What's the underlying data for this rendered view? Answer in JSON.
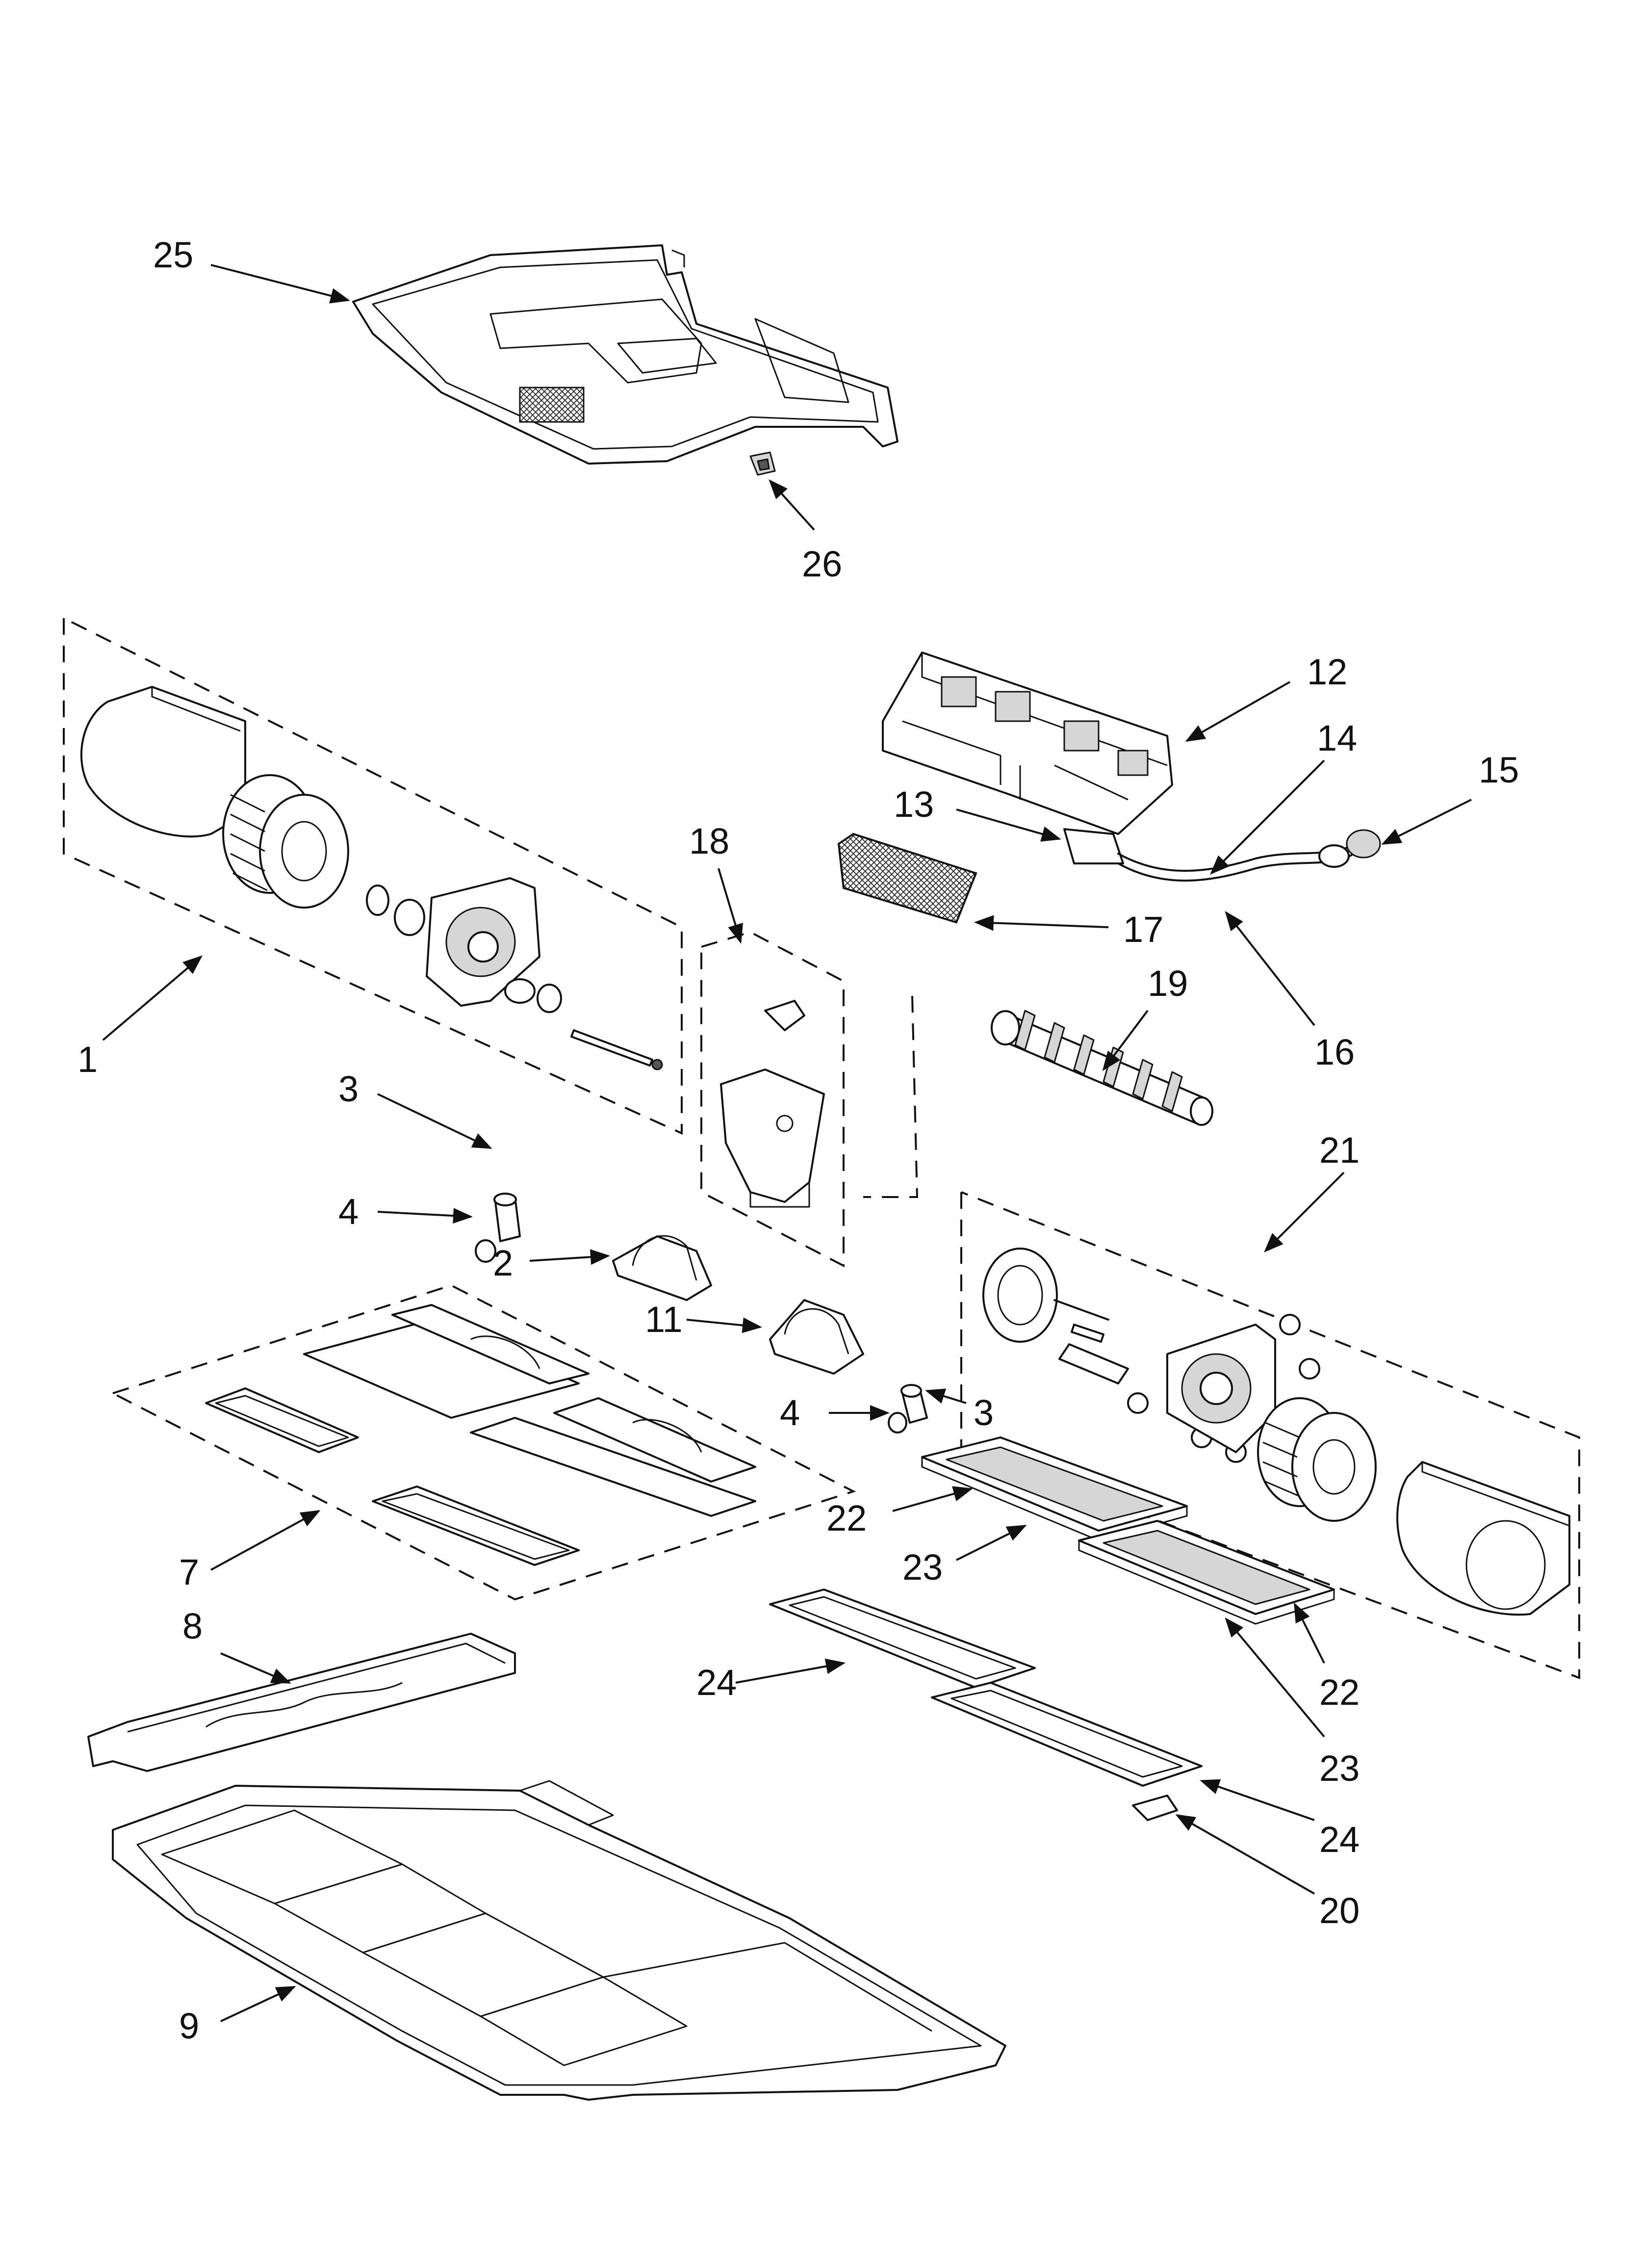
{
  "callouts": [
    {
      "id": "c25",
      "label": "25"
    },
    {
      "id": "c26",
      "label": "26"
    },
    {
      "id": "c1",
      "label": "1"
    },
    {
      "id": "c18",
      "label": "18"
    },
    {
      "id": "c12",
      "label": "12"
    },
    {
      "id": "c14",
      "label": "14"
    },
    {
      "id": "c15",
      "label": "15"
    },
    {
      "id": "c13",
      "label": "13"
    },
    {
      "id": "c17",
      "label": "17"
    },
    {
      "id": "c19",
      "label": "19"
    },
    {
      "id": "c16",
      "label": "16"
    },
    {
      "id": "c3a",
      "label": "3"
    },
    {
      "id": "c4a",
      "label": "4"
    },
    {
      "id": "c2",
      "label": "2"
    },
    {
      "id": "c21",
      "label": "21"
    },
    {
      "id": "c11",
      "label": "11"
    },
    {
      "id": "c4b",
      "label": "4"
    },
    {
      "id": "c3b",
      "label": "3"
    },
    {
      "id": "c7",
      "label": "7"
    },
    {
      "id": "c22a",
      "label": "22"
    },
    {
      "id": "c23a",
      "label": "23"
    },
    {
      "id": "c8",
      "label": "8"
    },
    {
      "id": "c24a",
      "label": "24"
    },
    {
      "id": "c22b",
      "label": "22"
    },
    {
      "id": "c23b",
      "label": "23"
    },
    {
      "id": "c24b",
      "label": "24"
    },
    {
      "id": "c20",
      "label": "20"
    },
    {
      "id": "c9",
      "label": "9"
    }
  ]
}
